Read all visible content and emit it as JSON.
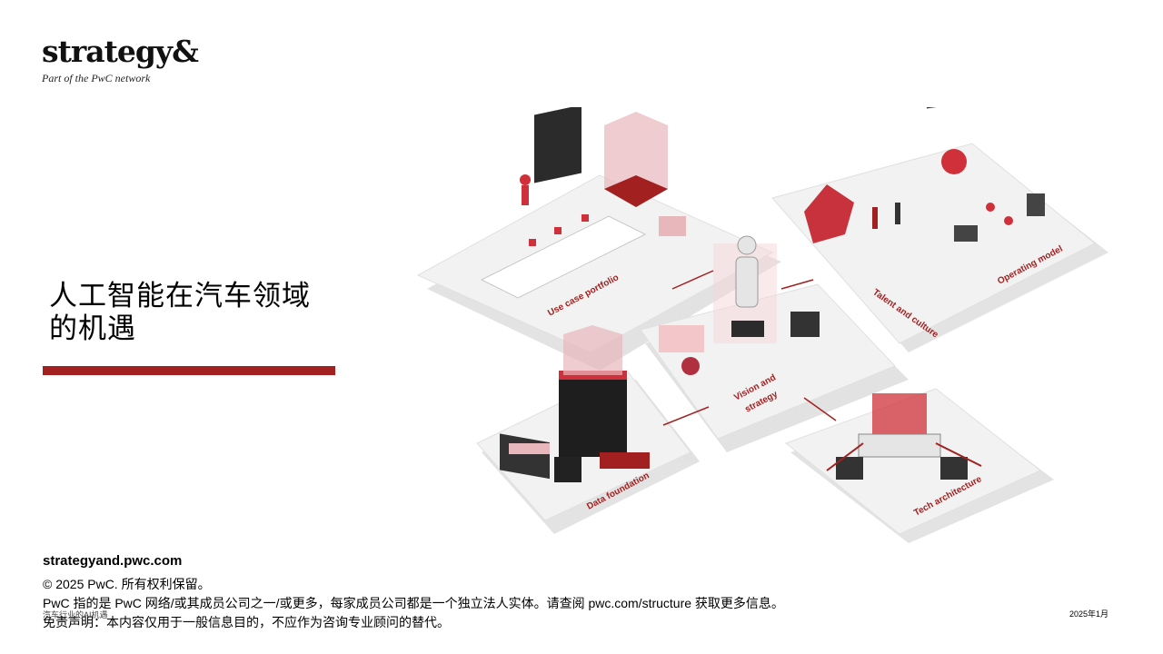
{
  "brand": {
    "wordmark": "strategy&",
    "tagline": "Part of the PwC network"
  },
  "title": {
    "line1": "人工智能在汽车领域",
    "line2": "的机遇"
  },
  "illustration": {
    "labels": {
      "use_case_portfolio": "Use case portfolio",
      "talent_and_culture": "Talent and culture",
      "operating_model": "Operating model",
      "vision_and_strategy_1": "Vision and",
      "vision_and_strategy_2": "strategy",
      "data_foundation": "Data foundation",
      "tech_architecture": "Tech architecture"
    }
  },
  "footer": {
    "url": "strategyand.pwc.com",
    "copyright": "© 2025 PwC. 所有权利保留。",
    "pwc_note": "PwC 指的是 PwC 网络/或其成员公司之一/或更多，每家成员公司都是一个独立法人实体。请查阅 pwc.com/structure 获取更多信息。",
    "disclaimer": "免责声明：本内容仅用于一般信息目的，不应作为咨询专业顾问的替代。",
    "small_note": "汽车行业的AI机遇",
    "date": "2025年1月"
  },
  "colors": {
    "accent": "#a32020",
    "platform": "#f2f2f2",
    "shadow": "#dcdcdc"
  }
}
